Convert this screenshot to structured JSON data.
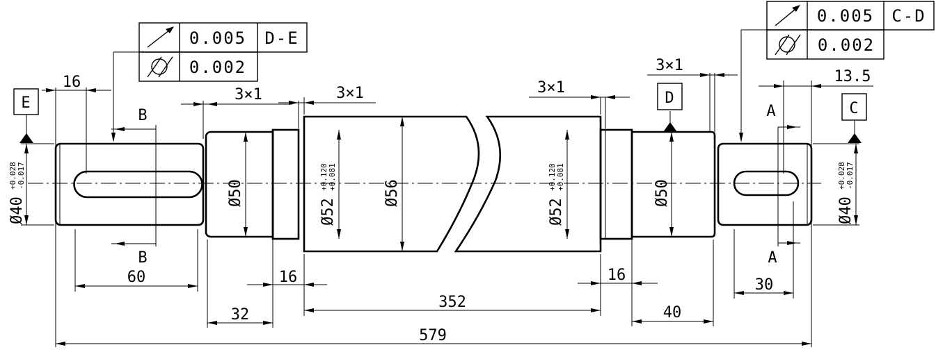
{
  "dimensions": {
    "d16_top": "16",
    "d3x1_a": "3×1",
    "d3x1_b": "3×1",
    "d3x1_c": "3×1",
    "d3x1_d": "3×1",
    "d13_5": "13.5",
    "d60": "60",
    "d32": "32",
    "d16_mid_left": "16",
    "d352": "352",
    "d16_mid_right": "16",
    "d40": "40",
    "d30": "30",
    "d579": "579"
  },
  "diameters": {
    "left_end": {
      "prefix": "Ø",
      "base": "40",
      "upper": "+0.028",
      "lower": "-0.017"
    },
    "left_50": {
      "prefix": "Ø",
      "base": "50"
    },
    "left_52": {
      "prefix": "Ø",
      "base": "52",
      "upper": "+0.120",
      "lower": "+0.081"
    },
    "center_56": {
      "prefix": "Ø",
      "base": "56"
    },
    "right_52": {
      "prefix": "Ø",
      "base": "52",
      "upper": "+0.120",
      "lower": "+0.081"
    },
    "right_50": {
      "prefix": "Ø",
      "base": "50"
    },
    "right_end": {
      "prefix": "Ø",
      "base": "40",
      "upper": "+0.028",
      "lower": "-0.017"
    }
  },
  "section_labels": {
    "b_top": "B",
    "b_bottom": "B",
    "a_top": "A",
    "a_bottom": "A"
  },
  "datums": {
    "e": "E",
    "d": "D",
    "c": "C"
  },
  "tolerance_frames": {
    "left": {
      "runout_value": "0.005",
      "runout_ref": "D-E",
      "cyl_value": "0.002",
      "runout_icon": "circular-runout-icon",
      "cyl_icon": "cylindricity-icon"
    },
    "right": {
      "runout_value": "0.005",
      "runout_ref": "C-D",
      "cyl_value": "0.002",
      "runout_icon": "circular-runout-icon",
      "cyl_icon": "cylindricity-icon"
    }
  }
}
